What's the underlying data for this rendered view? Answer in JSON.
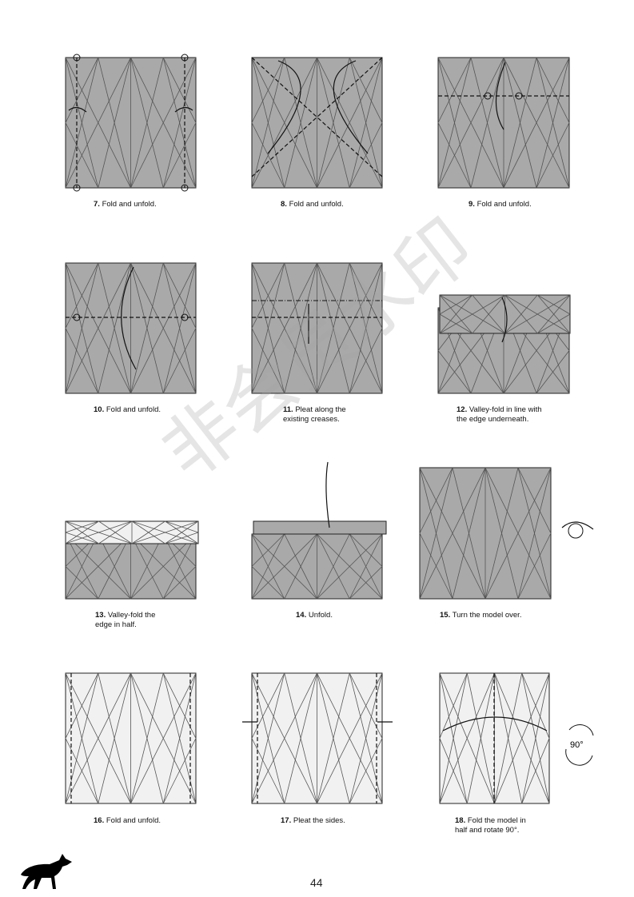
{
  "steps": [
    {
      "num": "7.",
      "text": "Fold and unfold."
    },
    {
      "num": "8.",
      "text": "Fold and unfold."
    },
    {
      "num": "9.",
      "text": "Fold and unfold."
    },
    {
      "num": "10.",
      "text": "Fold and unfold."
    },
    {
      "num": "11.",
      "text": "Pleat along the",
      "text2": "existing creases."
    },
    {
      "num": "12.",
      "text": "Valley-fold in line with",
      "text2": "the edge underneath."
    },
    {
      "num": "13.",
      "text": "Valley-fold the",
      "text2": "edge in half."
    },
    {
      "num": "14.",
      "text": "Unfold."
    },
    {
      "num": "15.",
      "text": "Turn the model over."
    },
    {
      "num": "16.",
      "text": "Fold and unfold."
    },
    {
      "num": "17.",
      "text": "Pleat the sides."
    },
    {
      "num": "18.",
      "text": "Fold the model in",
      "text2": "half and rotate 90°."
    }
  ],
  "rotate_label": "90°",
  "page_number": "44",
  "watermark": "非会员水印",
  "colors": {
    "paper_gray": "#a9a9a9",
    "paper_white": "#f1f1f1",
    "line": "#555555"
  }
}
